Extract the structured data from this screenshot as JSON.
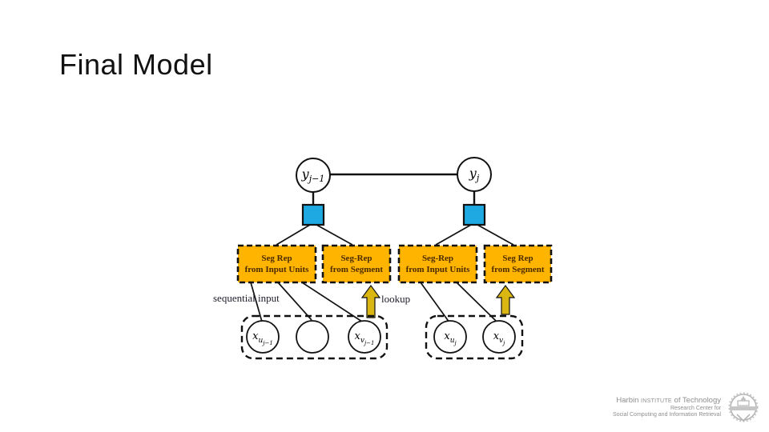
{
  "slide": {
    "title": "Final Model",
    "background": "#ffffff"
  },
  "diagram": {
    "colors": {
      "box_fill": "#FFB400",
      "box_text": "#4b2c00",
      "factor_square_fill": "#1EA9E2",
      "arrow_fill": "#D9B611",
      "line": "#111111",
      "node_fill": "#ffffff"
    },
    "top_nodes": [
      {
        "base": "y",
        "sub": "j−1"
      },
      {
        "base": "y",
        "sub": "j"
      }
    ],
    "boxes": [
      {
        "line1": "Seg Rep",
        "line2": "from Input Units"
      },
      {
        "line1": "Seg-Rep",
        "line2": "from Segment"
      },
      {
        "line1": "Seg-Rep",
        "line2": "from Input Units"
      },
      {
        "line1": "Seg Rep",
        "line2": "from Segment"
      }
    ],
    "labels": {
      "sequential_input": "sequential input",
      "lookup": "lookup"
    },
    "input_nodes_left": [
      {
        "base": "x",
        "sub": "u",
        "subsub": "j−1"
      },
      {
        "base": "",
        "sub": "",
        "subsub": ""
      },
      {
        "base": "x",
        "sub": "v",
        "subsub": "j−1"
      }
    ],
    "input_nodes_right": [
      {
        "base": "x",
        "sub": "u",
        "subsub": "j"
      },
      {
        "base": "x",
        "sub": "v",
        "subsub": "j"
      }
    ]
  },
  "footer": {
    "line1_prefix": "Harbin ",
    "line1_smallcaps": "Institute",
    "line1_suffix": " of Technology",
    "line2": "Research Center for",
    "line3": "Social Computing and Information Retrieval",
    "logo_name": "institute-emblem",
    "text_color": "#8e8e8e"
  }
}
